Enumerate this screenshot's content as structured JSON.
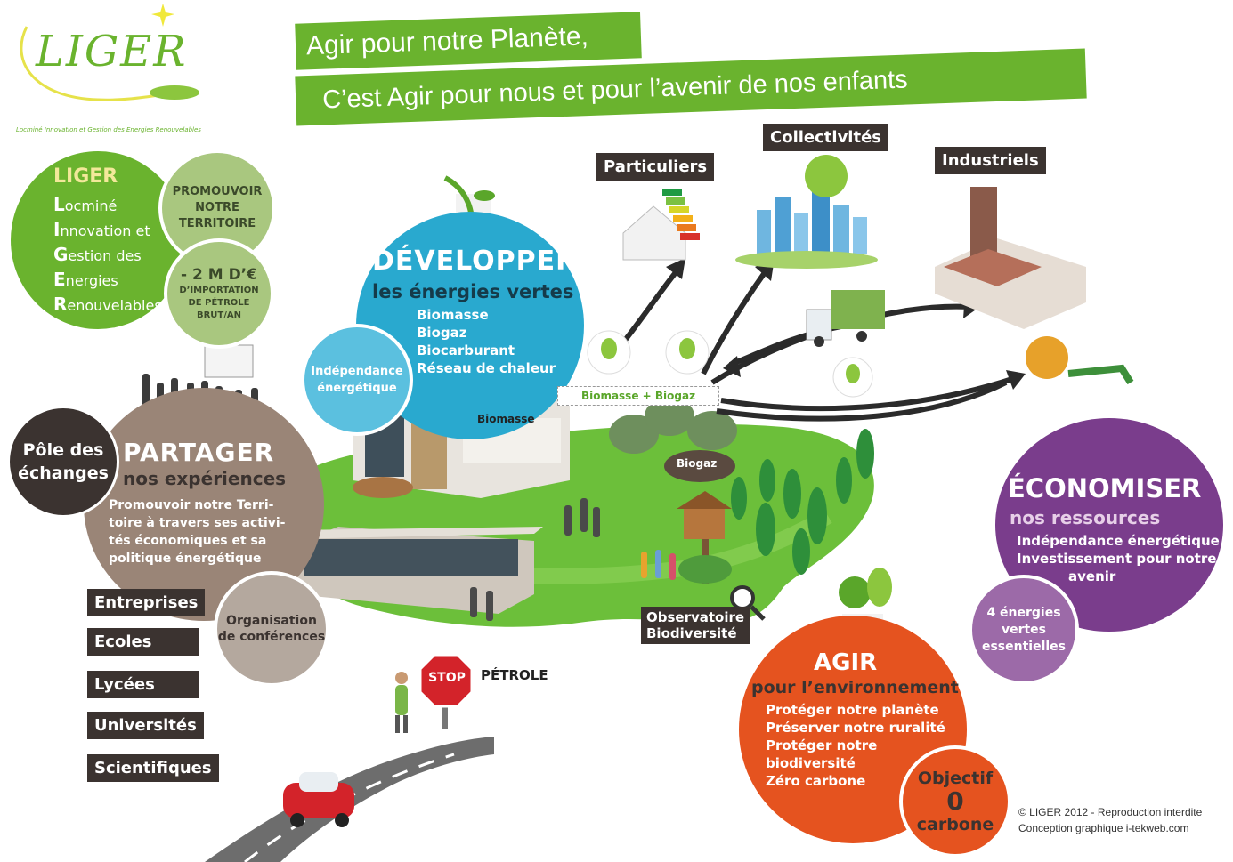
{
  "logo": {
    "name": "LIGER",
    "tagline": "Locminé Innovation et Gestion des Energies Renouvelables"
  },
  "banner": {
    "line1": "Agir pour notre Planète,",
    "line2": "C’est Agir pour nous et pour l’avenir de nos enfants"
  },
  "acronym": {
    "title": "LIGER",
    "rows": [
      {
        "letter": "L",
        "rest": "ocminé"
      },
      {
        "letter": "I",
        "rest": "nnovation et"
      },
      {
        "letter": "G",
        "rest": "estion des"
      },
      {
        "letter": "E",
        "rest": "nergies"
      },
      {
        "letter": "R",
        "rest": "enouvelables"
      }
    ]
  },
  "promote": {
    "lines": [
      "PROMOUVOIR",
      "NOTRE",
      "TERRITOIRE"
    ]
  },
  "import": {
    "lines": [
      "- 2 M D’€",
      "D’IMPORTATION",
      "DE PÉTROLE",
      "BRUT/AN"
    ]
  },
  "developper": {
    "title": "DÉVELOPPER",
    "subtitle": "les énergies vertes",
    "items": [
      "Biomasse",
      "Biogaz",
      "Biocarburant",
      "Réseau de chaleur"
    ]
  },
  "independance": {
    "lines": [
      "Indépendance",
      "énergétique"
    ]
  },
  "partager": {
    "title": "PARTAGER",
    "subtitle": "nos expériences",
    "lines": [
      "Promouvoir notre Terri-",
      "toire à travers ses activi-",
      "tés économiques et sa",
      "politique énergétique"
    ]
  },
  "pole": {
    "lines": [
      "Pôle des",
      "échanges"
    ]
  },
  "organisation": {
    "lines": [
      "Organisation",
      "de conférences"
    ]
  },
  "audiences": [
    "Entreprises",
    "Ecoles",
    "Lycées",
    "Universités",
    "Scientifiques"
  ],
  "targets": {
    "particuliers": "Particuliers",
    "collectivites": "Collectivités",
    "industriels": "Industriels"
  },
  "scene": {
    "biomasse_biogaz": "Biomasse + Biogaz",
    "biomasse": "Biomasse",
    "biogaz": "Biogaz",
    "observatoire": [
      "Observatoire",
      "Biodiversité"
    ],
    "stop": "STOP",
    "petrole": "PÉTROLE"
  },
  "economiser": {
    "title": "ÉCONOMISER",
    "subtitle": "nos ressources",
    "lines": [
      "Indépendance énergétique",
      "Investissement pour notre",
      "avenir"
    ]
  },
  "quatre": {
    "lines": [
      "4 énergies",
      "vertes",
      "essentielles"
    ]
  },
  "agir": {
    "title": "AGIR",
    "subtitle": "pour l’environnement",
    "items": [
      "Protéger notre planète",
      "Préserver notre ruralité",
      "Protéger notre",
      "biodiversité",
      "Zéro carbone"
    ]
  },
  "objectif": {
    "line1": "Objectif",
    "line2": "0",
    "line3": "carbone"
  },
  "footer": {
    "copyright": "© LIGER 2012 - Reproduction interdite",
    "credit": "Conception graphique i-tekweb.com"
  },
  "colors": {
    "green": "#6ab32e",
    "light_green": "#a9c77f",
    "blue": "#29a9cf",
    "brown": "#9a8577",
    "dark_brown": "#3b3330",
    "purple": "#7a3d8c",
    "light_purple": "#9c6aa8",
    "orange": "#e5531f"
  }
}
